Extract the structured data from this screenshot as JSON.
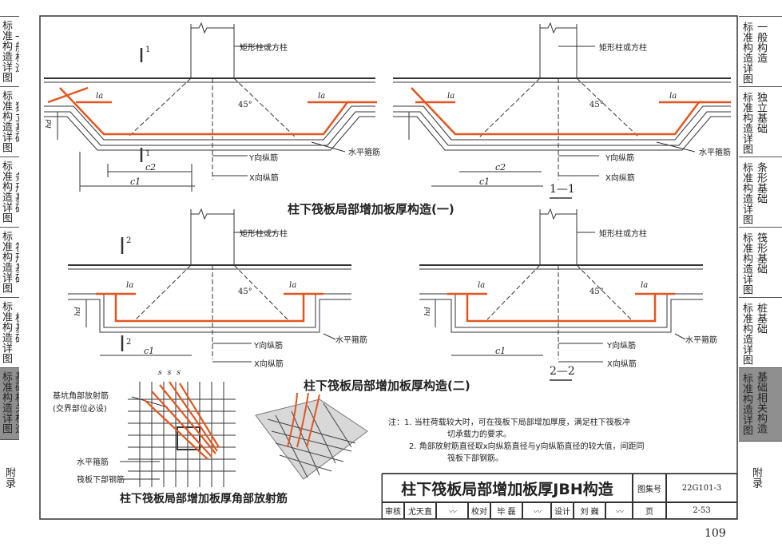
{
  "left_tabs": [
    {
      "a": "标准构造详图",
      "b": "一般构造",
      "active": false
    },
    {
      "a": "标准构造详图",
      "b": "独立基础",
      "active": false
    },
    {
      "a": "标准构造详图",
      "b": "条形基础",
      "active": false
    },
    {
      "a": "标准构造详图",
      "b": "筏形基础",
      "active": false
    },
    {
      "a": "标准构造详图",
      "b": "桩基础",
      "active": false
    },
    {
      "a": "标准构造详图",
      "b": "基础相关构造",
      "active": true
    }
  ],
  "left_appendix": "附录",
  "right_tabs": [
    {
      "a": "标准构造详图",
      "b": "一般构造",
      "active": false
    },
    {
      "a": "标准构造详图",
      "b": "独立基础",
      "active": false
    },
    {
      "a": "标准构造详图",
      "b": "条形基础",
      "active": false
    },
    {
      "a": "标准构造详图",
      "b": "筏形基础",
      "active": false
    },
    {
      "a": "标准构造详图",
      "b": "桩基础",
      "active": false
    },
    {
      "a": "标准构造详图",
      "b": "基础相关构造",
      "active": true
    }
  ],
  "right_appendix": "附录",
  "labels": {
    "column": "矩形柱或方柱",
    "y_bar": "Y向纵筋",
    "x_bar": "X向纵筋",
    "stirrup": "水平箍筋",
    "angle": "45°",
    "la": "la",
    "hd": "hd",
    "c1": "c1",
    "c2": "c2",
    "s": "s",
    "sec1": "1",
    "sec2": "2",
    "cut11": "1—1",
    "cut22": "2—2",
    "pit_bar": "基坑角部放射筋",
    "pit_bar2": "(交界部位必设)",
    "h_stirrup": "水平箍筋",
    "raft_bottom": "筏板下部钢筋"
  },
  "titles": {
    "t1": "柱下筏板局部增加板厚构造(一)",
    "t2": "柱下筏板局部增加板厚构造(二)",
    "t3": "柱下筏板局部增加板厚角部放射筋"
  },
  "notes": {
    "head": "注：",
    "n1a": "1. 当柱荷载较大时，可在筏板下局部增加厚度，满足柱下筏板冲",
    "n1b": "切承载力的要求。",
    "n2a": "2. 角部放射筋直径取x向纵筋直径与y向纵筋直径的较大值，间距同",
    "n2b": "筏板下部钢筋。"
  },
  "title_block": {
    "main": "柱下筏板局部增加板厚JBH构造",
    "set_label": "图集号",
    "set_value": "22G101-3",
    "review": "审核",
    "reviewer": "尤天直",
    "check": "校对",
    "checker": "毕 磊",
    "design": "设计",
    "designer": "刘 巍",
    "page_label": "页",
    "page_value": "2-53"
  },
  "page_number": "109",
  "colors": {
    "rebar": "#e2561f",
    "line": "#333333",
    "active_tab": "#8f8f8f"
  }
}
